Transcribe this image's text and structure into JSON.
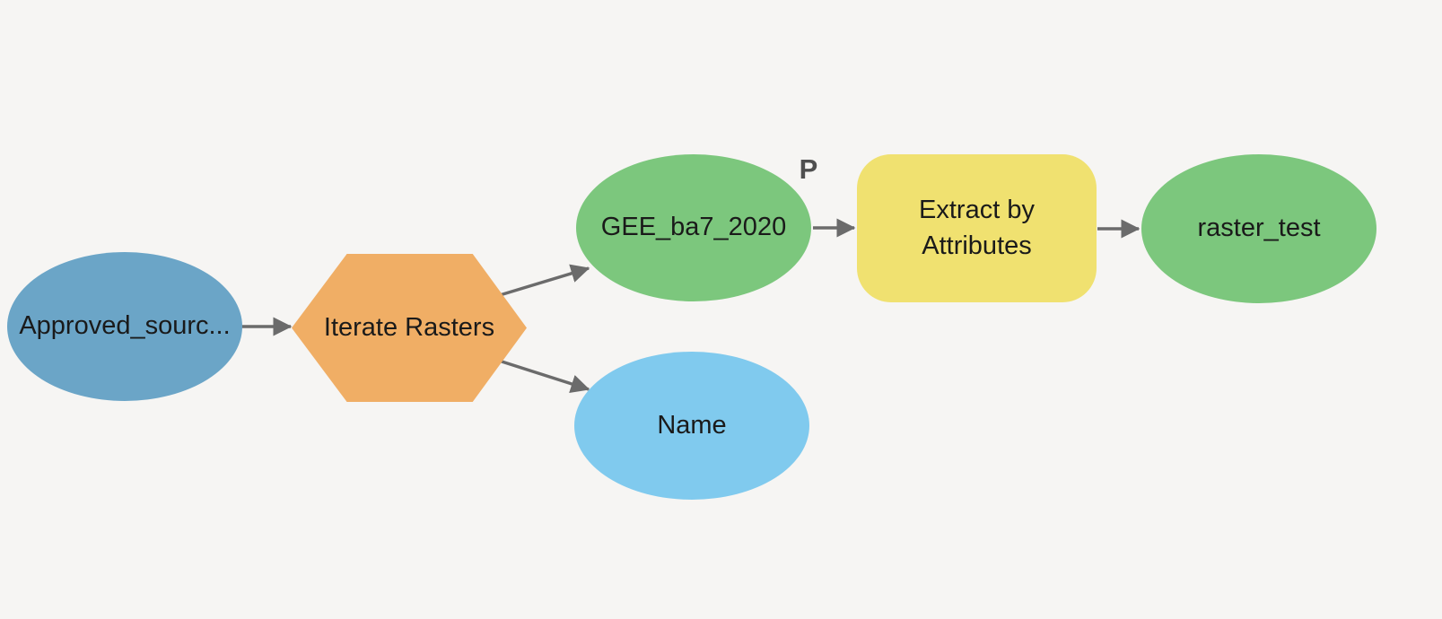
{
  "canvas": {
    "background": "#F6F5F3",
    "connector_color": "#6B6B6B",
    "text_color": "#1A1A1A",
    "badge_color": "#4F4F4F"
  },
  "nodes": {
    "approved_source": {
      "label": "Approved_sourc...",
      "shape": "ellipse",
      "color": "#6BA5C7"
    },
    "iterate_rasters": {
      "label": "Iterate Rasters",
      "shape": "hexagon",
      "color": "#F0AE65"
    },
    "gee_ba7_2020": {
      "label": "GEE_ba7_2020",
      "shape": "ellipse",
      "color": "#7CC77D",
      "badge": "P"
    },
    "extract_by_attributes": {
      "label": "Extract by Attributes",
      "shape": "rounded-rect",
      "color": "#F0E170"
    },
    "raster_test": {
      "label": "raster_test",
      "shape": "ellipse",
      "color": "#7CC77D"
    },
    "name_value": {
      "label": "Name",
      "shape": "ellipse",
      "color": "#80CAEE"
    }
  }
}
